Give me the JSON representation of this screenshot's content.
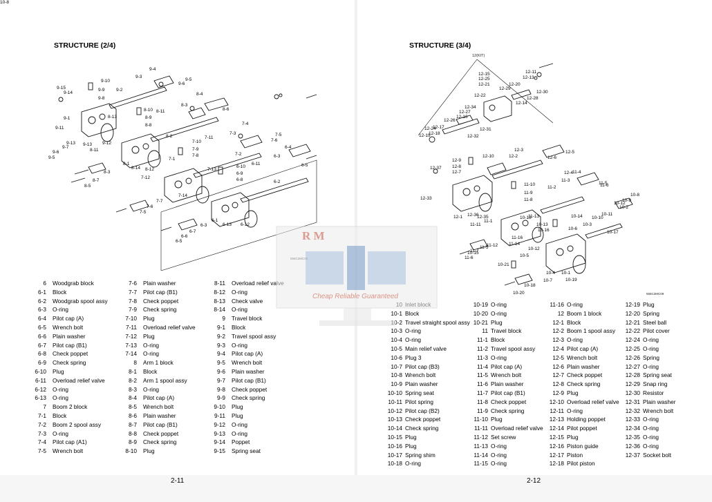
{
  "left_page": {
    "title": "STRUCTURE (2/4)",
    "page_number": "2-11",
    "diagram_code": "555C2MC08",
    "callouts": [
      "9-15",
      "9-14",
      "9-10",
      "9-9",
      "9-8",
      "9-4",
      "9-3",
      "9-5",
      "9-6",
      "9-2",
      "9-1",
      "9-11",
      "9-13",
      "9-12",
      "9-7",
      "8-10",
      "8-9",
      "8-8",
      "8-11",
      "8-13",
      "8-4",
      "8-3",
      "8-6",
      "8-2",
      "8-1",
      "8-14",
      "8-12",
      "8-3",
      "8-7",
      "8-5",
      "7-10",
      "7-9",
      "7-8",
      "7-11",
      "7-4",
      "7-3",
      "7-5",
      "7-6",
      "7-2",
      "7-1",
      "7-13",
      "7-12",
      "7-14",
      "7-7",
      "7-6",
      "7-5",
      "6-10",
      "6-9",
      "6-8",
      "6-11",
      "6-4",
      "6-3",
      "6-5",
      "6-2",
      "6-1",
      "6-13",
      "6-12",
      "6-3",
      "6-7",
      "6-6",
      "6-5",
      "9-5",
      "9-6",
      "8-11",
      "9-13"
    ],
    "parts": [
      [
        {
          "n": "6",
          "d": "Woodgrab block"
        },
        {
          "n": "6-1",
          "d": "Block"
        },
        {
          "n": "6-2",
          "d": "Woodgrab spool assy"
        },
        {
          "n": "6-3",
          "d": "O-ring"
        },
        {
          "n": "6-4",
          "d": "Pilot cap (A)"
        },
        {
          "n": "6-5",
          "d": "Wrench bolt"
        },
        {
          "n": "6-6",
          "d": "Plain washer"
        },
        {
          "n": "6-7",
          "d": "Pilot cap (B1)"
        },
        {
          "n": "6-8",
          "d": "Check poppet"
        },
        {
          "n": "6-9",
          "d": "Check spring"
        },
        {
          "n": "6-10",
          "d": "Plug"
        },
        {
          "n": "6-11",
          "d": "Overload relief valve"
        },
        {
          "n": "6-12",
          "d": "O-ring"
        },
        {
          "n": "6-13",
          "d": "O-ring"
        },
        {
          "n": "7",
          "d": "Boom 2 block"
        },
        {
          "n": "7-1",
          "d": "Block"
        },
        {
          "n": "7-2",
          "d": "Boom 2 spool assy"
        },
        {
          "n": "7-3",
          "d": "O-ring"
        },
        {
          "n": "7-4",
          "d": "Pilot cap (A1)"
        },
        {
          "n": "7-5",
          "d": "Wrench bolt"
        }
      ],
      [
        {
          "n": "7-6",
          "d": "Plain washer"
        },
        {
          "n": "7-7",
          "d": "Pilot cap (B1)"
        },
        {
          "n": "7-8",
          "d": "Check poppet"
        },
        {
          "n": "7-9",
          "d": "Check spring"
        },
        {
          "n": "7-10",
          "d": "Plug"
        },
        {
          "n": "7-11",
          "d": "Overload relief valve"
        },
        {
          "n": "7-12",
          "d": "Plug"
        },
        {
          "n": "7-13",
          "d": "O-ring"
        },
        {
          "n": "7-14",
          "d": "O-ring"
        },
        {
          "n": "8",
          "d": "Arm 1 block"
        },
        {
          "n": "8-1",
          "d": "Block"
        },
        {
          "n": "8-2",
          "d": "Arm 1 spool assy"
        },
        {
          "n": "8-3",
          "d": "O-ring"
        },
        {
          "n": "8-4",
          "d": "Pilot cap (A)"
        },
        {
          "n": "8-5",
          "d": "Wrench bolt"
        },
        {
          "n": "8-6",
          "d": "Plain washer"
        },
        {
          "n": "8-7",
          "d": "Pilot cap (B1)"
        },
        {
          "n": "8-8",
          "d": "Check poppet"
        },
        {
          "n": "8-9",
          "d": "Check spring"
        },
        {
          "n": "8-10",
          "d": "Plug"
        }
      ],
      [
        {
          "n": "8-11",
          "d": "Overload relief valve"
        },
        {
          "n": "8-12",
          "d": "O-ring"
        },
        {
          "n": "8-13",
          "d": "Check valve"
        },
        {
          "n": "8-14",
          "d": "O-ring"
        },
        {
          "n": "9",
          "d": "Travel block"
        },
        {
          "n": "9-1",
          "d": "Block"
        },
        {
          "n": "9-2",
          "d": "Travel spool assy"
        },
        {
          "n": "9-3",
          "d": "O-ring"
        },
        {
          "n": "9-4",
          "d": "Pilot cap (A)"
        },
        {
          "n": "9-5",
          "d": "Wrench bolt"
        },
        {
          "n": "9-6",
          "d": "Plain washer"
        },
        {
          "n": "9-7",
          "d": "Pilot cap (B1)"
        },
        {
          "n": "9-8",
          "d": "Check poppet"
        },
        {
          "n": "9-9",
          "d": "Check spring"
        },
        {
          "n": "9-10",
          "d": "Plug"
        },
        {
          "n": "9-11",
          "d": "Plug"
        },
        {
          "n": "9-12",
          "d": "O-ring"
        },
        {
          "n": "9-13",
          "d": "O-ring"
        },
        {
          "n": "9-14",
          "d": "Poppet"
        },
        {
          "n": "9-15",
          "d": "Spring seat"
        }
      ]
    ]
  },
  "right_page": {
    "title": "STRUCTURE (3/4)",
    "page_number": "2-12",
    "diagram_code": "555C2MC09",
    "kit_label": "12(KIT)",
    "callouts": [
      "12-15",
      "12-25",
      "12-21",
      "12-11",
      "12-13",
      "12-20",
      "12-29",
      "12-30",
      "12-28",
      "12-22",
      "12-14",
      "12-34",
      "12-27",
      "12-16",
      "12-26",
      "12-17",
      "12-18",
      "12-19",
      "12-24",
      "12-31",
      "12-32",
      "12-10",
      "12-9",
      "12-8",
      "12-7",
      "12-37",
      "12-3",
      "12-2",
      "12-6",
      "12-5",
      "12-33",
      "12-1",
      "12-36",
      "12-35",
      "12-4",
      "11-4",
      "11-3",
      "11-6",
      "11-5",
      "11-10",
      "11-9",
      "11-8",
      "11-2",
      "11-11",
      "11-13",
      "11-1",
      "11-12",
      "11-14",
      "11-16",
      "11-7",
      "11-6",
      "11-5",
      "10-15",
      "10-14",
      "10-13",
      "10-16",
      "10-6",
      "10-18",
      "10-12",
      "10-2",
      "10-3",
      "10-11",
      "10-17",
      "10-8",
      "10-9",
      "10-12",
      "10-10",
      "10-5",
      "10-21",
      "10-4",
      "10-1",
      "10-19",
      "10-18",
      "10-7",
      "10-20",
      "10-8"
    ],
    "parts": [
      [
        {
          "n": "10",
          "d": "Inlet block"
        },
        {
          "n": "10-1",
          "d": "Block"
        },
        {
          "n": "10-2",
          "d": "Travel straight spool assy"
        },
        {
          "n": "10-3",
          "d": "O-ring"
        },
        {
          "n": "10-4",
          "d": "O-ring"
        },
        {
          "n": "10-5",
          "d": "Main relief valve"
        },
        {
          "n": "10-6",
          "d": "Plug 3"
        },
        {
          "n": "10-7",
          "d": "Pilot cap (B3)"
        },
        {
          "n": "10-8",
          "d": "Wrench bolt"
        },
        {
          "n": "10-9",
          "d": "Plain washer"
        },
        {
          "n": "10-10",
          "d": "Spring seat"
        },
        {
          "n": "10-11",
          "d": "Pilot spring"
        },
        {
          "n": "10-12",
          "d": "Pilot cap (B2)"
        },
        {
          "n": "10-13",
          "d": "Check poppet"
        },
        {
          "n": "10-14",
          "d": "Check spring"
        },
        {
          "n": "10-15",
          "d": "Plug"
        },
        {
          "n": "10-16",
          "d": "Plug"
        },
        {
          "n": "10-17",
          "d": "Spring shim"
        },
        {
          "n": "10-18",
          "d": "O-ring"
        }
      ],
      [
        {
          "n": "10-19",
          "d": "O-ring"
        },
        {
          "n": "10-20",
          "d": "O-ring"
        },
        {
          "n": "10-21",
          "d": "Plug"
        },
        {
          "n": "11",
          "d": "Travel block"
        },
        {
          "n": "11-1",
          "d": "Block"
        },
        {
          "n": "11-2",
          "d": "Travel spool assy"
        },
        {
          "n": "11-3",
          "d": "O-ring"
        },
        {
          "n": "11-4",
          "d": "Pilot cap (A)"
        },
        {
          "n": "11-5",
          "d": "Wrench bolt"
        },
        {
          "n": "11-6",
          "d": "Plain washer"
        },
        {
          "n": "11-7",
          "d": "Pilot cap (B1)"
        },
        {
          "n": "11-8",
          "d": "Check poppet"
        },
        {
          "n": "11-9",
          "d": "Check spring"
        },
        {
          "n": "11-10",
          "d": "Plug"
        },
        {
          "n": "11-11",
          "d": "Overload relief valve"
        },
        {
          "n": "11-12",
          "d": "Set screw"
        },
        {
          "n": "11-13",
          "d": "O-ring"
        },
        {
          "n": "11-14",
          "d": "O-ring"
        },
        {
          "n": "11-15",
          "d": "O-ring"
        }
      ],
      [
        {
          "n": "11-16",
          "d": "O-ring"
        },
        {
          "n": "12",
          "d": "Boom 1 block"
        },
        {
          "n": "12-1",
          "d": "Block"
        },
        {
          "n": "12-2",
          "d": "Boom 1 spool assy"
        },
        {
          "n": "12-3",
          "d": "O-ring"
        },
        {
          "n": "12-4",
          "d": "Pilot cap (A)"
        },
        {
          "n": "12-5",
          "d": "Wrench bolt"
        },
        {
          "n": "12-6",
          "d": "Plain washer"
        },
        {
          "n": "12-7",
          "d": "Check poppet"
        },
        {
          "n": "12-8",
          "d": "Check spring"
        },
        {
          "n": "12-9",
          "d": "Plug"
        },
        {
          "n": "12-10",
          "d": "Overload relief valve"
        },
        {
          "n": "12-11",
          "d": "O-ring"
        },
        {
          "n": "12-13",
          "d": "Holding poppet"
        },
        {
          "n": "12-14",
          "d": "Pilot poppet"
        },
        {
          "n": "12-15",
          "d": "Plug"
        },
        {
          "n": "12-16",
          "d": "Piston guide"
        },
        {
          "n": "12-17",
          "d": "Piston"
        },
        {
          "n": "12-18",
          "d": "Pilot piston"
        }
      ],
      [
        {
          "n": "12-19",
          "d": "Plug"
        },
        {
          "n": "12-20",
          "d": "Spring"
        },
        {
          "n": "12-21",
          "d": "Steel ball"
        },
        {
          "n": "12-22",
          "d": "Pilot cover"
        },
        {
          "n": "12-24",
          "d": "O-ring"
        },
        {
          "n": "12-25",
          "d": "O-ring"
        },
        {
          "n": "12-26",
          "d": "Spring"
        },
        {
          "n": "12-27",
          "d": "O-ring"
        },
        {
          "n": "12-28",
          "d": "Spring seat"
        },
        {
          "n": "12-29",
          "d": "Snap ring"
        },
        {
          "n": "12-30",
          "d": "Resistor"
        },
        {
          "n": "12-31",
          "d": "Plain washer"
        },
        {
          "n": "12-32",
          "d": "Wrench bolt"
        },
        {
          "n": "12-33",
          "d": "O-ring"
        },
        {
          "n": "12-34",
          "d": "O-ring"
        },
        {
          "n": "12-35",
          "d": "O-ring"
        },
        {
          "n": "12-36",
          "d": "O-ring"
        },
        {
          "n": "12-37",
          "d": "Socket bolt"
        }
      ]
    ]
  },
  "watermark": {
    "letters": "R M",
    "tagline": "Cheap Reliable Guaranteed",
    "color": "#c9533f"
  }
}
